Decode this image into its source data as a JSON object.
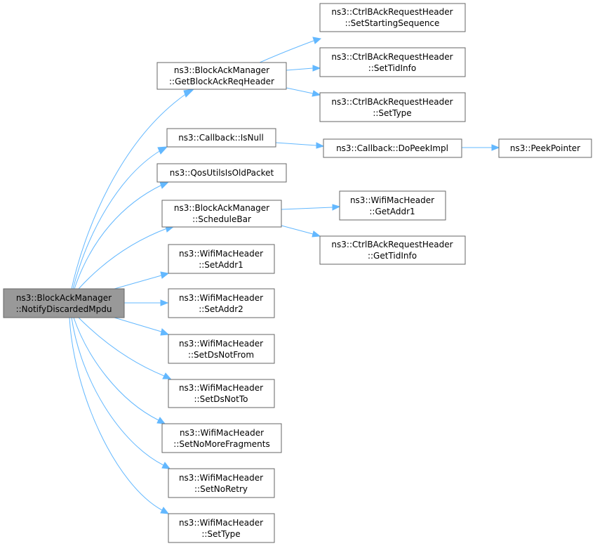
{
  "nodes": {
    "notify": {
      "line1": "ns3::BlockAckManager",
      "line2": "::NotifyDiscardedMpdu"
    },
    "getbar": {
      "line1": "ns3::BlockAckManager",
      "line2": "::GetBlockAckReqHeader"
    },
    "isnull": {
      "line1": "ns3::Callback::IsNull"
    },
    "qosold": {
      "line1": "ns3::QosUtilsIsOldPacket"
    },
    "schedbar": {
      "line1": "ns3::BlockAckManager",
      "line2": "::ScheduleBar"
    },
    "setaddr1": {
      "line1": "ns3::WifiMacHeader",
      "line2": "::SetAddr1"
    },
    "setaddr2": {
      "line1": "ns3::WifiMacHeader",
      "line2": "::SetAddr2"
    },
    "setdsnotfrom": {
      "line1": "ns3::WifiMacHeader",
      "line2": "::SetDsNotFrom"
    },
    "setdsnotto": {
      "line1": "ns3::WifiMacHeader",
      "line2": "::SetDsNotTo"
    },
    "setnomore": {
      "line1": "ns3::WifiMacHeader",
      "line2": "::SetNoMoreFragments"
    },
    "setnoretry": {
      "line1": "ns3::WifiMacHeader",
      "line2": "::SetNoRetry"
    },
    "settype": {
      "line1": "ns3::WifiMacHeader",
      "line2": "::SetType"
    },
    "setstartseq": {
      "line1": "ns3::CtrlBAckRequestHeader",
      "line2": "::SetStartingSequence"
    },
    "settidinfo": {
      "line1": "ns3::CtrlBAckRequestHeader",
      "line2": "::SetTidInfo"
    },
    "cbsettype": {
      "line1": "ns3::CtrlBAckRequestHeader",
      "line2": "::SetType"
    },
    "dopeek": {
      "line1": "ns3::Callback::DoPeekImpl"
    },
    "peekptr": {
      "line1": "ns3::PeekPointer"
    },
    "getaddr1": {
      "line1": "ns3::WifiMacHeader",
      "line2": "::GetAddr1"
    },
    "gettidinfo": {
      "line1": "ns3::CtrlBAckRequestHeader",
      "line2": "::GetTidInfo"
    }
  },
  "edges": [
    [
      "notify",
      "getbar"
    ],
    [
      "notify",
      "isnull"
    ],
    [
      "notify",
      "qosold"
    ],
    [
      "notify",
      "schedbar"
    ],
    [
      "notify",
      "setaddr1"
    ],
    [
      "notify",
      "setaddr2"
    ],
    [
      "notify",
      "setdsnotfrom"
    ],
    [
      "notify",
      "setdsnotto"
    ],
    [
      "notify",
      "setnomore"
    ],
    [
      "notify",
      "setnoretry"
    ],
    [
      "notify",
      "settype"
    ],
    [
      "getbar",
      "setstartseq"
    ],
    [
      "getbar",
      "settidinfo"
    ],
    [
      "getbar",
      "cbsettype"
    ],
    [
      "isnull",
      "dopeek"
    ],
    [
      "dopeek",
      "peekptr"
    ],
    [
      "schedbar",
      "getaddr1"
    ],
    [
      "schedbar",
      "gettidinfo"
    ]
  ],
  "colors": {
    "edge": "#63b8ff",
    "node_border": "#666666",
    "root_fill": "#999999",
    "node_fill": "#ffffff"
  }
}
